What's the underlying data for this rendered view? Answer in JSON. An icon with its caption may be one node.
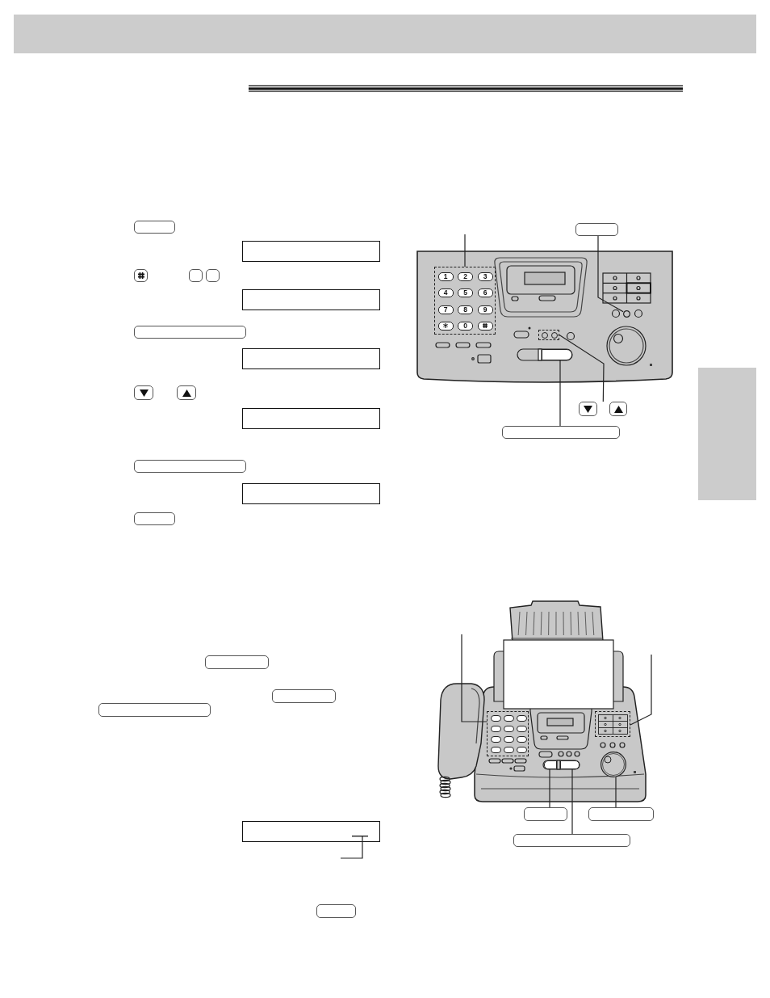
{
  "diagram": {
    "nodes": [
      {
        "text": [],
        "shape": "band"
      },
      {
        "text": [],
        "shape": "box"
      },
      {
        "text": [],
        "shape": "box"
      },
      {
        "text": [],
        "shape": "box"
      },
      {
        "text": [],
        "shape": "box"
      },
      {
        "text": [],
        "shape": "box"
      },
      {
        "text": [],
        "shape": "box"
      },
      {
        "text": [],
        "shape": "box"
      },
      {
        "text": [],
        "shape": "box"
      },
      {
        "text": [],
        "shape": "box"
      },
      {
        "text": [],
        "shape": "box"
      },
      {
        "text": [],
        "shape": "box"
      },
      {
        "text": [],
        "shape": "box"
      },
      {
        "text": [],
        "shape": "box"
      },
      {
        "text": [],
        "shape": "box"
      },
      {
        "text": [],
        "shape": "box"
      },
      {
        "text": [],
        "shape": "box"
      },
      {
        "text": [],
        "shape": "circle"
      },
      {
        "text": [],
        "shape": "box"
      },
      {
        "text": [],
        "shape": "box"
      },
      {
        "text": [],
        "shape": "box"
      },
      {
        "text": [],
        "shape": "box"
      },
      {
        "text": [],
        "shape": "box"
      },
      {
        "text": [],
        "shape": "box"
      },
      {
        "text": [],
        "shape": "box"
      },
      {
        "text": [],
        "shape": "box"
      },
      {
        "text": [],
        "shape": "box"
      },
      {
        "text": [],
        "shape": "box"
      },
      {
        "text": [],
        "shape": "box"
      },
      {
        "text": [],
        "shape": "box"
      },
      {
        "text": [],
        "shape": "box"
      },
      {
        "text": [],
        "shape": "box"
      },
      {
        "text": [],
        "shape": "box"
      },
      {
        "text": [],
        "shape": "circle"
      },
      {
        "text": [],
        "shape": "box"
      },
      {
        "text": [],
        "shape": "box"
      },
      {
        "text": [],
        "shape": "box"
      }
    ],
    "edges": [
      {
        "from": null,
        "to": 16,
        "arrow": "none"
      },
      {
        "from": 15,
        "to": 17,
        "arrow": "none"
      },
      {
        "from": 20,
        "to": 18,
        "arrow": "none"
      },
      {
        "from": 21,
        "to": 18,
        "arrow": "none"
      },
      {
        "from": 22,
        "to": 19,
        "arrow": "none"
      },
      {
        "from": null,
        "to": 27,
        "arrow": "none"
      },
      {
        "from": null,
        "to": 29,
        "arrow": "none"
      },
      {
        "from": null,
        "to": 30,
        "arrow": "none"
      },
      {
        "from": 34,
        "to": 31,
        "arrow": "none"
      },
      {
        "from": 36,
        "to": 32,
        "arrow": "none"
      },
      {
        "from": 35,
        "to": 33,
        "arrow": "none"
      }
    ],
    "labels": [
      "1",
      "2",
      "3",
      "4",
      "5",
      "6",
      "7",
      "8",
      "9",
      "0"
    ]
  }
}
